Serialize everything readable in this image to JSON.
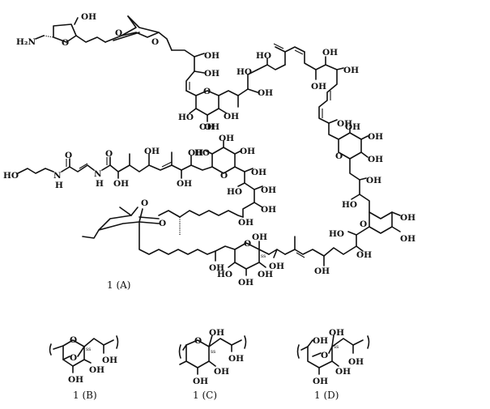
{
  "figure": {
    "main_structure": {
      "caption": "1 (A)",
      "groups": {
        "amine": "H₂N",
        "ring_o": "O",
        "oh": "OH",
        "ho": "HO",
        "nh": "N",
        "h": "H",
        "stereo_mark": "ss"
      }
    },
    "fragments": [
      {
        "caption": "1 (B)"
      },
      {
        "caption": "1 (C)"
      },
      {
        "caption": "1 (D)"
      }
    ]
  }
}
